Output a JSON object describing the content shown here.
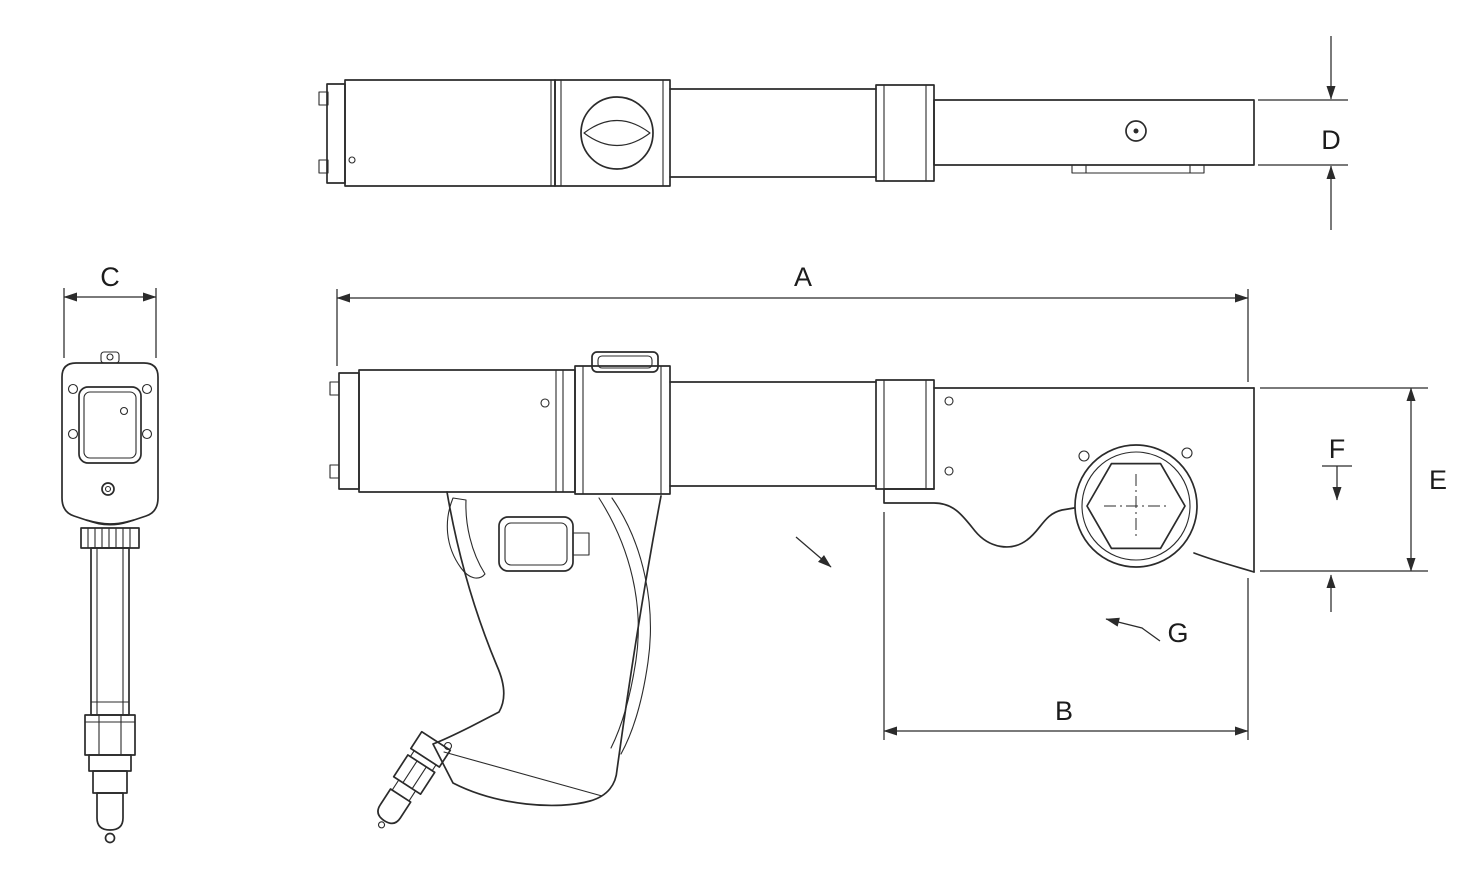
{
  "drawing": {
    "colors": {
      "background": "#ffffff",
      "line": "#2b2b2b",
      "text": "#1c1c1c"
    },
    "dimension_labels": {
      "A": "A",
      "B": "B",
      "C": "C",
      "D": "D",
      "E": "E",
      "F": "F",
      "G": "G"
    }
  }
}
